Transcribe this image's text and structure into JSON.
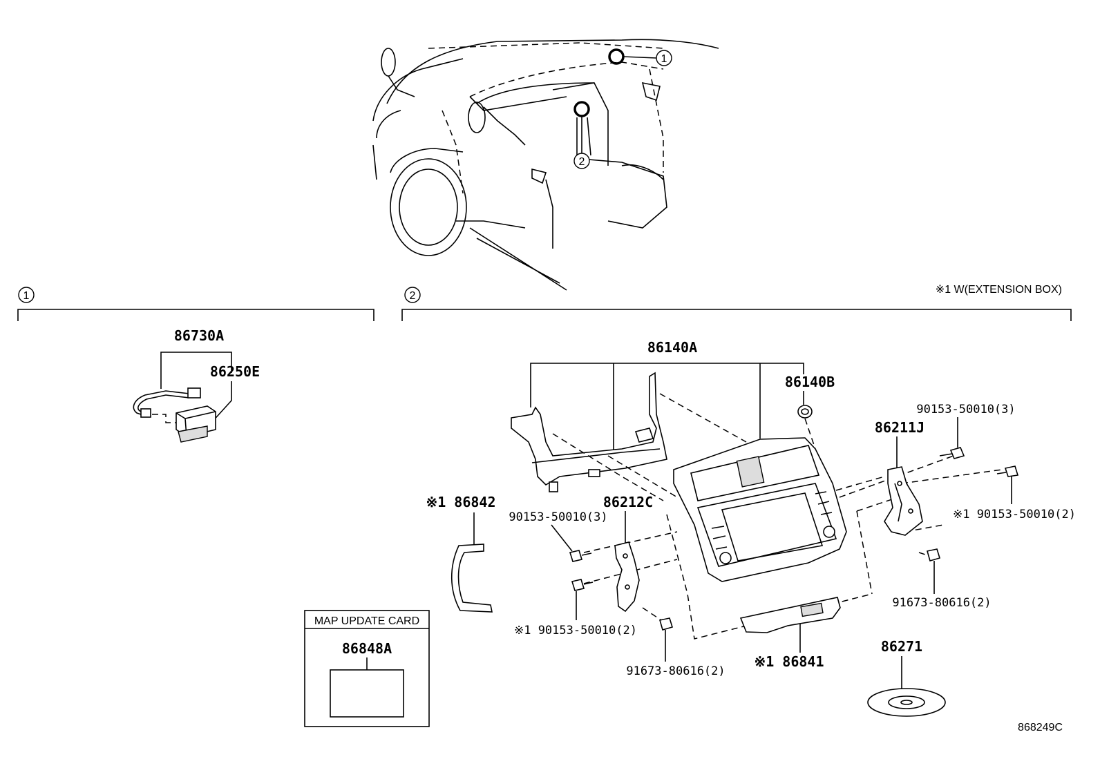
{
  "callouts": {
    "c1": "1",
    "c2": "2"
  },
  "note_extension_box": "※1 W(EXTENSION BOX)",
  "diagram_code": "868249C",
  "section1": {
    "marker": "1",
    "parts": {
      "p86730A": "86730A",
      "p86250E": "86250E"
    }
  },
  "map_update_card": {
    "title": "MAP UPDATE CARD",
    "part": "86848A"
  },
  "section2": {
    "marker": "2",
    "parts": {
      "p86140A": "86140A",
      "p86140B": "86140B",
      "p86211J": "86211J",
      "p86212C": "86212C",
      "p86842": "※1 86842",
      "p86841": "※1 86841",
      "p86271": "86271",
      "bolt_top_right": "90153-50010(3)",
      "bolt_right_x1": "※1 90153-50010(2)",
      "screw_right": "91673-80616(2)",
      "bolt_left": "90153-50010(3)",
      "bolt_left_x1": "※1 90153-50010(2)",
      "screw_left": "91673-80616(2)"
    }
  }
}
